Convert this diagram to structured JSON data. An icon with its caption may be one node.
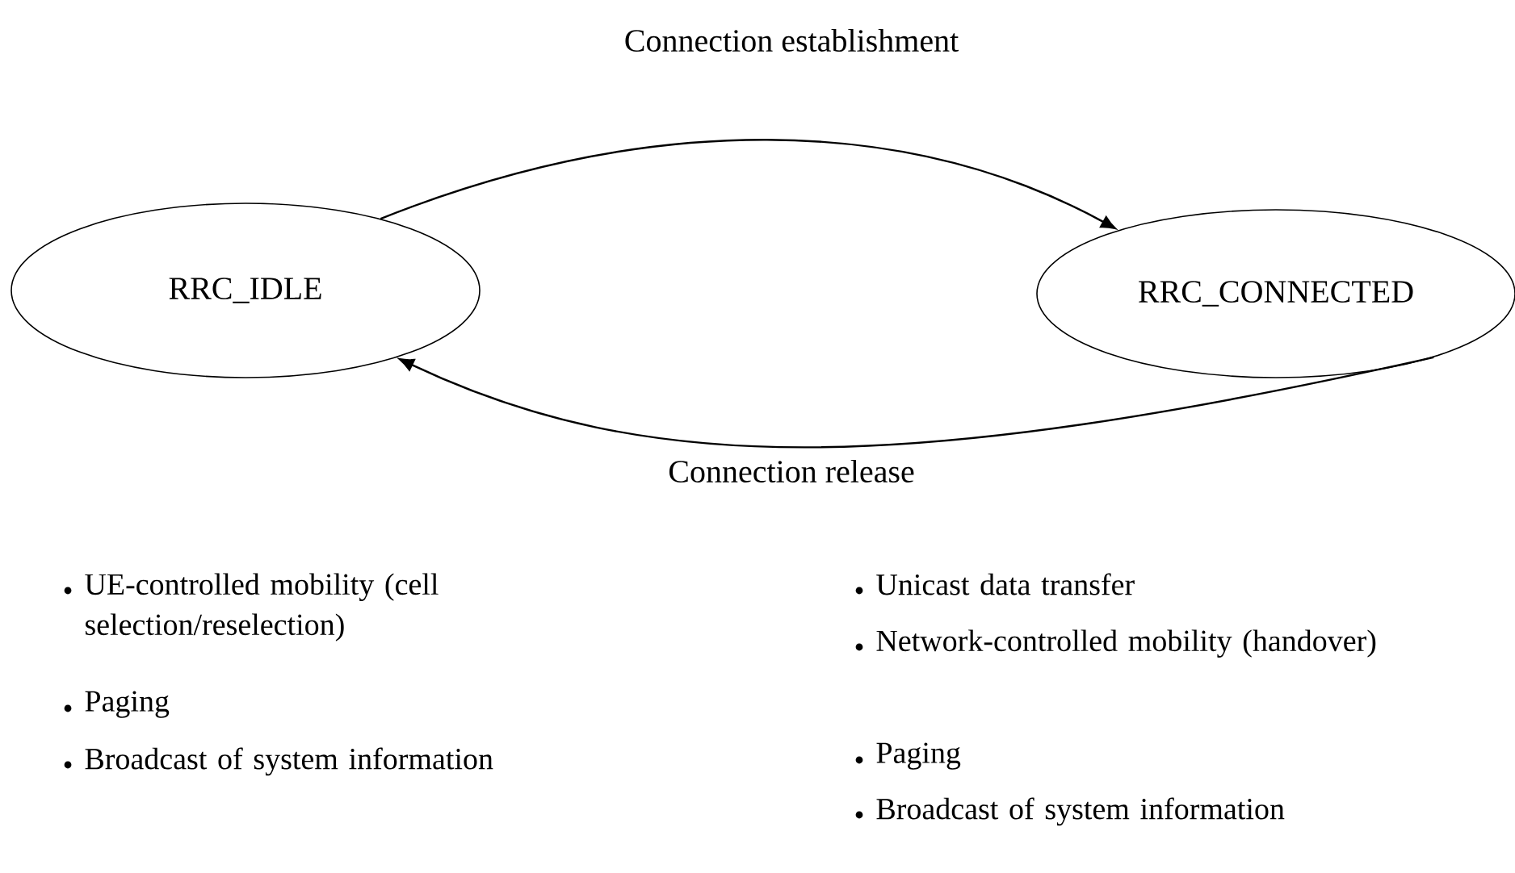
{
  "diagram": {
    "nodes": [
      {
        "text": [
          "RRC_IDLE"
        ]
      },
      {
        "text": [
          "RRC_CONNECTED"
        ]
      }
    ],
    "edges": [
      {
        "from": 0,
        "to": 1,
        "arrow": "to",
        "label": "Connection establishment"
      },
      {
        "from": 1,
        "to": 0,
        "arrow": "to",
        "label": "Connection release"
      }
    ],
    "labels": [
      "UE-controlled mobility (cell selection/reselection)",
      "Unicast data transfer",
      "Network-controlled mobility (handover)",
      "Paging",
      "Broadcast of system information",
      "Paging",
      "Broadcast of system information"
    ]
  }
}
